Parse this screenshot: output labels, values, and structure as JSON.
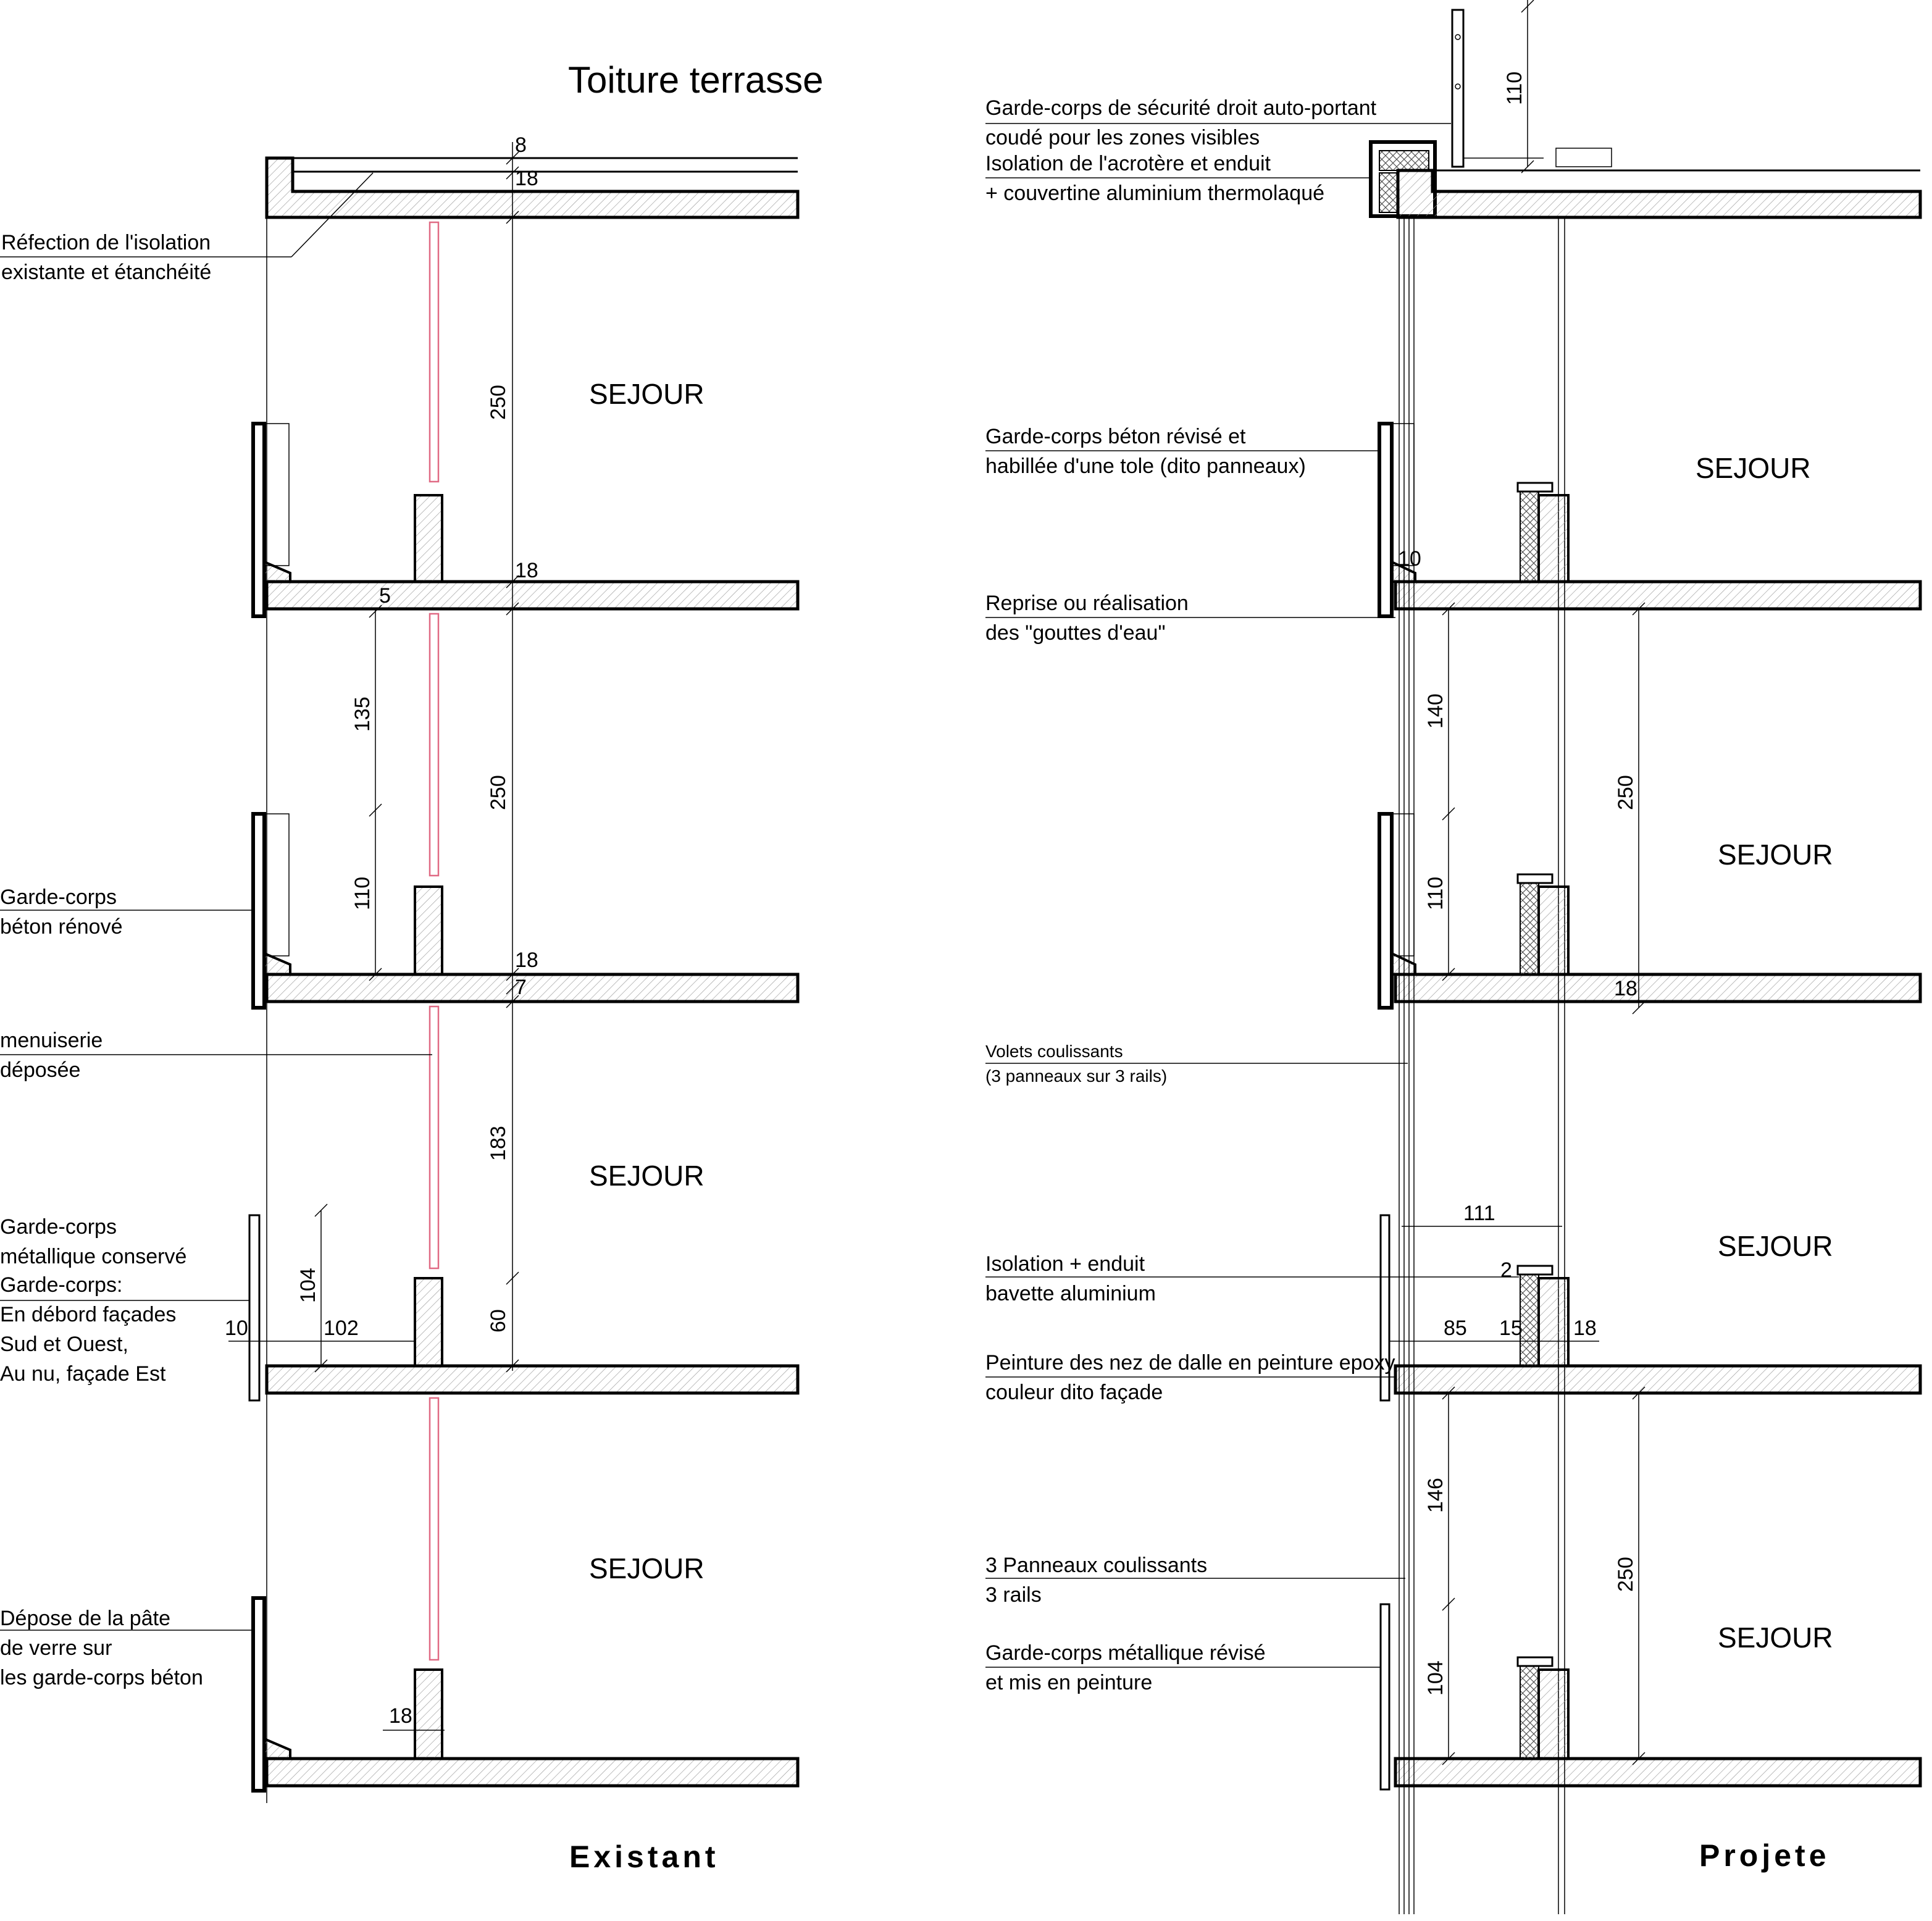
{
  "title": "Toiture terrasse",
  "sections": {
    "existing": {
      "label": "Existant"
    },
    "projected": {
      "label": "Projete"
    }
  },
  "rooms": [
    "SEJOUR",
    "SEJOUR",
    "SEJOUR",
    "SEJOUR",
    "SEJOUR",
    "SEJOUR",
    "SEJOUR"
  ],
  "notes_existing": [
    [
      "Réfection de l'isolation",
      "existante et étanchéité"
    ],
    [
      "Garde-corps",
      "béton rénové"
    ],
    [
      "menuiserie",
      "déposée"
    ],
    [
      "Garde-corps",
      "métallique conservé",
      "Garde-corps:",
      "En débord façades",
      "Sud et Ouest,",
      "Au nu, façade Est"
    ],
    [
      "Dépose de la pâte",
      " de verre sur",
      "les garde-corps béton"
    ]
  ],
  "notes_projected": [
    [
      "Garde-corps de sécurité droit auto-portant",
      "coudé pour les zones visibles",
      "Isolation de l'acrotère et enduit",
      "+ couvertine aluminium thermolaqué"
    ],
    [
      "Garde-corps béton révisé et",
      " habillée d'une tole (dito panneaux)"
    ],
    [
      "Reprise ou réalisation",
      "des \"gouttes d'eau\""
    ],
    [
      "Volets coulissants",
      "(3 panneaux sur 3 rails)"
    ],
    [
      "Isolation + enduit",
      "bavette aluminium"
    ],
    [
      "Peinture des nez de dalle en peinture epoxy",
      " couleur dito façade"
    ],
    [
      "3 Panneaux coulissants",
      "3 rails"
    ],
    [
      "Garde-corps métallique révisé",
      "et mis en peinture"
    ]
  ],
  "dims_existing": [
    "8",
    "18",
    "250",
    "18",
    "5",
    "135",
    "250",
    "110",
    "18",
    "7",
    "183",
    "104",
    "102",
    "10",
    "60",
    "18"
  ],
  "dims_projected": [
    "110",
    "10",
    "140",
    "250",
    "110",
    "18",
    "111",
    "2",
    "85",
    "15",
    "18",
    "146",
    "250",
    "104"
  ]
}
